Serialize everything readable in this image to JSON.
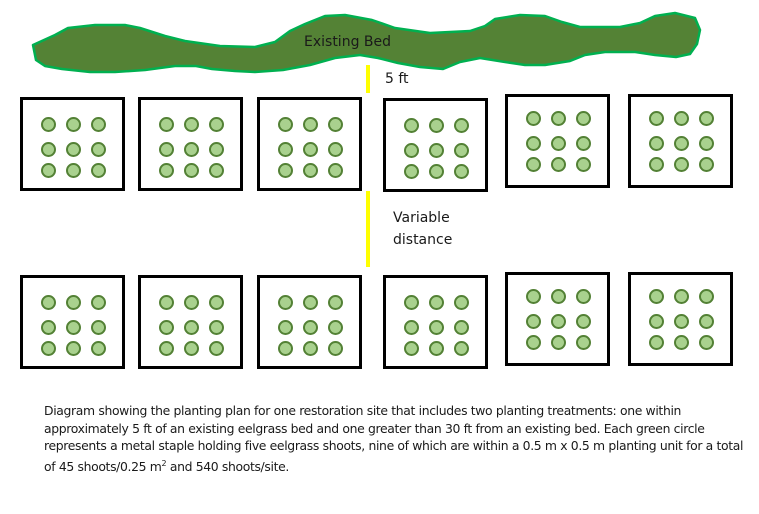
{
  "diagram": {
    "bed_label": "Existing Bed",
    "near_distance_label": "5 ft",
    "variable_distance_label_line1": "Variable",
    "variable_distance_label_line2": "distance",
    "rows": [
      {
        "name": "near-treatment",
        "units": 6,
        "staples_per_unit": 9
      },
      {
        "name": "far-treatment",
        "units": 6,
        "staples_per_unit": 9
      }
    ],
    "colors": {
      "bed_fill": "#548235",
      "bed_outline": "#00b050",
      "staple_fill": "#a9d18e",
      "staple_outline": "#538135",
      "distance_marker": "#ffff00",
      "unit_border": "#000000"
    }
  },
  "caption": {
    "text_before_sup": "Diagram showing the planting plan for one restoration site that includes two planting treatments: one within approximately 5 ft of an existing eelgrass bed and one greater than 30 ft from an existing bed. Each green circle represents a metal staple holding five eelgrass shoots, nine of which are within a 0.5 m x 0.5 m planting unit for a total of 45 shoots/0.25 m",
    "sup": "2",
    "text_after_sup": " and  540 shoots/site."
  }
}
